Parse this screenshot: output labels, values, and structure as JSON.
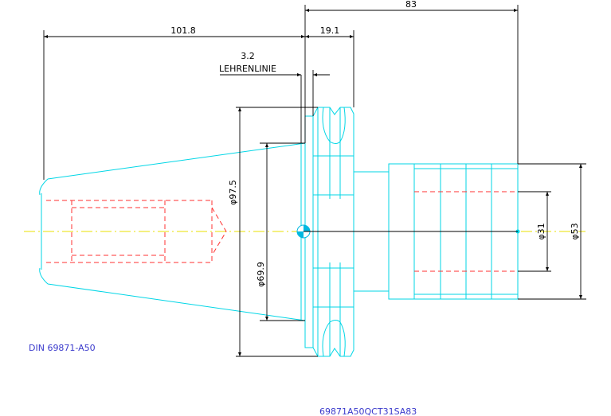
{
  "dimensions": {
    "overall_length": "83",
    "taper_length": "101.8",
    "flange_length": "19.1",
    "gauge_offset": "3.2",
    "gauge_line_label": "LEHRENLINIE",
    "flange_diameter": "φ97.5",
    "taper_diameter": "φ69.9",
    "bore_diameter": "φ31",
    "shank_diameter": "φ53"
  },
  "labels": {
    "standard": "DIN 69871-A50",
    "part_number": "69871A50QCT31SA83"
  },
  "colors": {
    "geometry": "#00d6e6",
    "dimension": "#000000",
    "hidden": "#ff3030",
    "centerline": "#e8e000",
    "label": "#3a3acc"
  }
}
